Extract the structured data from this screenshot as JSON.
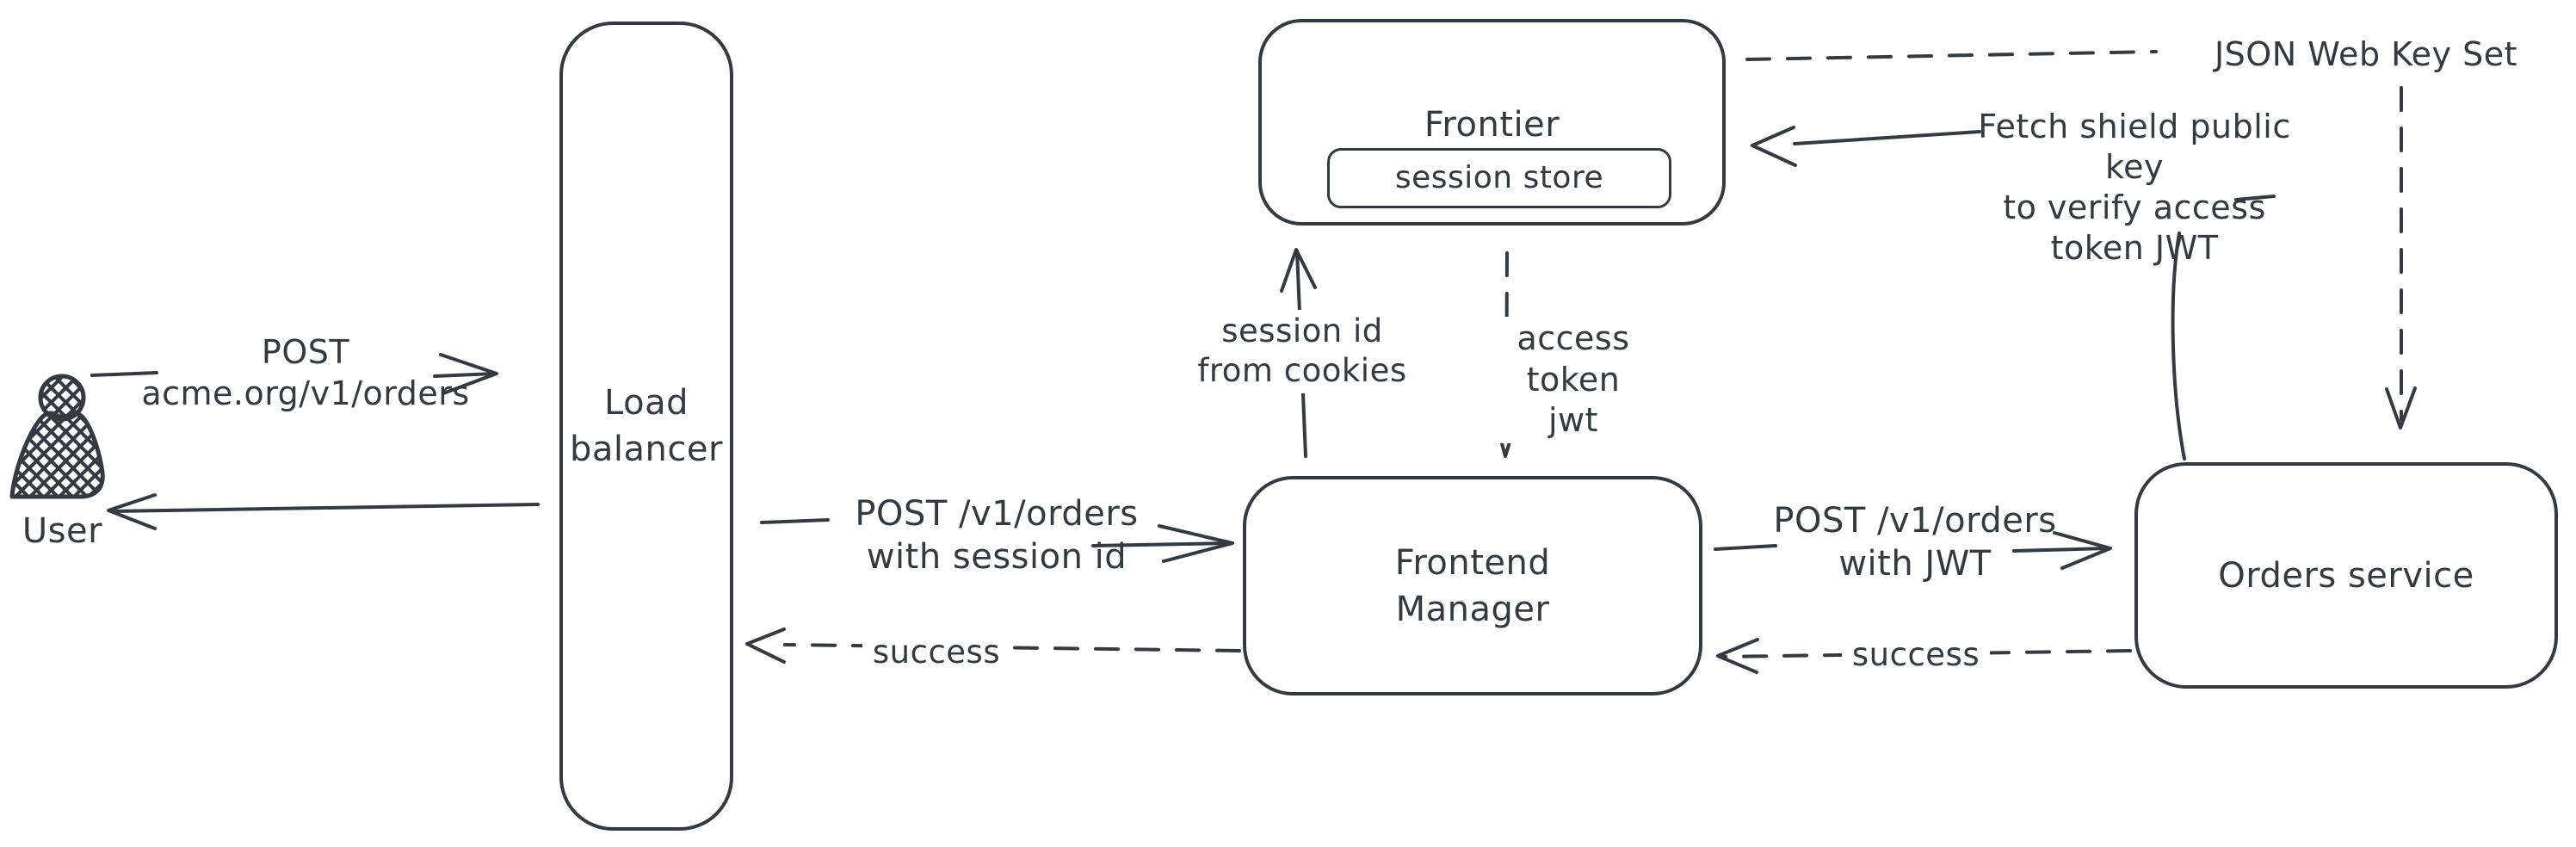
{
  "diagram": {
    "stroke_color": "#343a40",
    "hatch_color": "#cdd6de",
    "background_color": "#ffffff"
  },
  "icons": {
    "user_icon": "person-silhouette"
  },
  "nodes": {
    "user": {
      "label": "User"
    },
    "load_balancer": {
      "label": "Load\nbalancer"
    },
    "frontend_manager": {
      "label": "Frontend\nManager"
    },
    "orders_service": {
      "label": "Orders service"
    },
    "frontier": {
      "label": "Frontier",
      "session_store": {
        "label": "session store"
      }
    }
  },
  "edges": {
    "user_to_lb": {
      "label": "POST\nacme.org/v1/orders",
      "style": "solid"
    },
    "lb_to_user": {
      "label": "",
      "style": "solid"
    },
    "lb_to_fm": {
      "label": "POST /v1/orders\nwith session id",
      "style": "solid"
    },
    "fm_to_lb": {
      "label": "success",
      "style": "dashed"
    },
    "fm_to_frontier": {
      "label": "session id\nfrom cookies",
      "style": "solid"
    },
    "frontier_to_fm": {
      "label": "access token\njwt",
      "style": "dashed"
    },
    "fm_to_orders": {
      "label": "POST /v1/orders\nwith JWT",
      "style": "solid"
    },
    "orders_to_fm": {
      "label": "success",
      "style": "dashed"
    },
    "frontier_to_jwks": {
      "label": "JSON Web Key Set",
      "style": "dashed"
    },
    "jwks_to_orders": {
      "label": "",
      "style": "dashed"
    },
    "orders_to_frontier": {
      "label": "Fetch shield public key\nto verify access\ntoken JWT",
      "style": "solid"
    }
  }
}
